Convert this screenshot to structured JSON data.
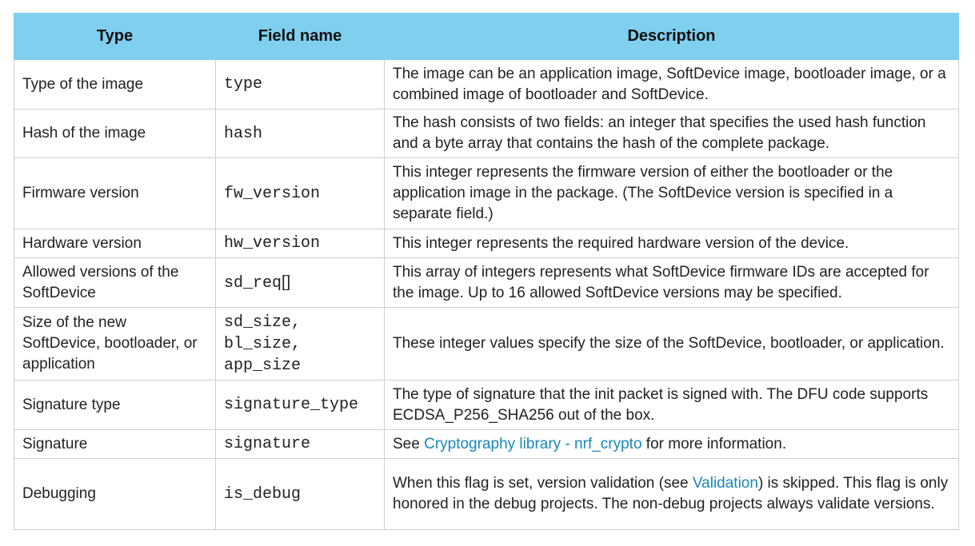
{
  "header": {
    "type": "Type",
    "field_name": "Field name",
    "description": "Description"
  },
  "rows": [
    {
      "type": "Type of the image",
      "field": "type",
      "description": "The image can be an application image, SoftDevice image, bootloader image, or a combined image of bootloader and SoftDevice."
    },
    {
      "type": "Hash of the image",
      "field": "hash",
      "description": "The hash consists of two fields: an integer that specifies the used hash function and a byte array that contains the hash of the complete package."
    },
    {
      "type": "Firmware version",
      "field": "fw_version",
      "description": "This integer represents the firmware version of either the bootloader or the application image in the package. (The SoftDevice version is specified in a separate field.)"
    },
    {
      "type": "Hardware version",
      "field": "hw_version",
      "description": "This integer represents the required hardware version of the device."
    },
    {
      "type": "Allowed versions of the SoftDevice",
      "field": "sd_req",
      "field_suffix": "[]",
      "description": "This array of integers represents what SoftDevice firmware IDs are accepted for the image. Up to 16 allowed SoftDevice versions may be specified."
    },
    {
      "type": "Size of the new SoftDevice, bootloader, or application",
      "field_lines": [
        "sd_size,",
        "bl_size,",
        "app_size"
      ],
      "description": "These integer values specify the size of the SoftDevice, bootloader, or application."
    },
    {
      "type": "Signature type",
      "field": "signature_type",
      "description": "The type of signature that the init packet is signed with. The DFU code supports ECDSA_P256_SHA256 out of the box."
    },
    {
      "type": "Signature",
      "field": "signature",
      "description_pre": "See ",
      "description_link": "Cryptography library - nrf_crypto",
      "description_post": " for more information."
    },
    {
      "type": "Debugging",
      "field": "is_debug",
      "description_pre": "When this flag is set, version validation (see ",
      "description_link": "Validation",
      "description_post": ") is skipped. This flag is only honored in the debug projects. The non-debug projects always validate versions."
    }
  ],
  "colors": {
    "header_bg": "#7fcfee",
    "link": "#1a87b8",
    "border": "#cfcfcf"
  }
}
